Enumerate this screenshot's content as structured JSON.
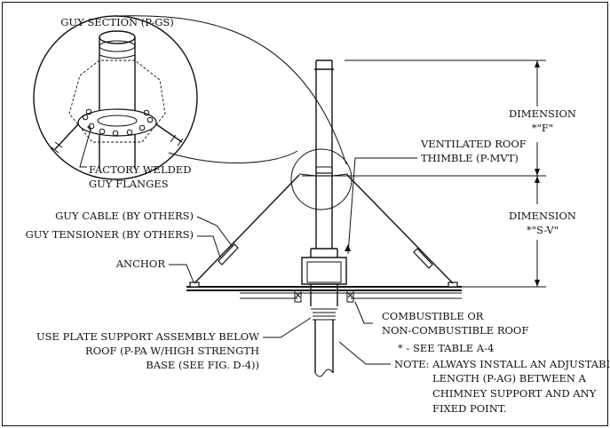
{
  "labels": {
    "guy_section": "GUY SECTION (P-GS)",
    "factory_welded_1": "FACTORY WELDED",
    "factory_welded_2": "GUY FLANGES",
    "guy_cable": "GUY CABLE (BY OTHERS)",
    "guy_tensioner": "GUY TENSIONER (BY OTHERS)",
    "anchor": "ANCHOR",
    "plate_support_1": "USE PLATE SUPPORT ASSEMBLY BELOW",
    "plate_support_2": "ROOF (P-PA W/HIGH STRENGTH",
    "plate_support_3": "BASE (SEE FIG. D-4))",
    "ventilated_1": "VENTILATED ROOF",
    "ventilated_2": "THIMBLE (P-MVT)",
    "dimension_f_1": "DIMENSION",
    "dimension_f_2": "*\"F\"",
    "dimension_sv_1": "DIMENSION",
    "dimension_sv_2": "*\"S-V\"",
    "combustible_1": "COMBUSTIBLE OR",
    "combustible_2": "NON-COMBUSTIBLE ROOF",
    "see_table": "* - SEE TABLE A-4",
    "note_1": "NOTE:  ALWAYS INSTALL AN ADJUSTABLE",
    "note_2": "LENGTH (P-AG) BETWEEN A",
    "note_3": "CHIMNEY SUPPORT AND ANY",
    "note_4": "FIXED POINT."
  }
}
